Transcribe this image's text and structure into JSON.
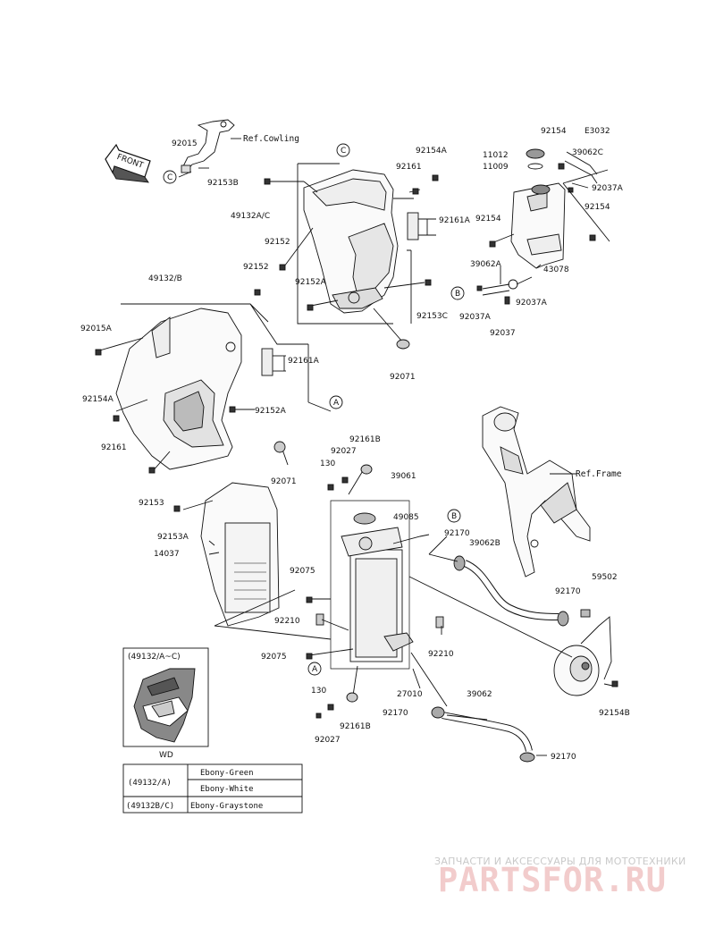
{
  "diagram_code": "E3032",
  "front_label": "FRONT",
  "ref_labels": {
    "cowling": "Ref.Cowling",
    "frame": "Ref.Frame"
  },
  "callouts": {
    "A": "A",
    "B": "B",
    "C": "C"
  },
  "parts": {
    "p92015": "92015",
    "p92153b": "92153B",
    "p49132ac": "49132A/C",
    "p92152_a": "92152",
    "p92152_b": "92152",
    "p92152a_top": "92152A",
    "p92161_top": "92161",
    "p92154a_top": "92154A",
    "p92161a_top": "92161A",
    "p92153c": "92153C",
    "p92071_top": "92071",
    "p49132b": "49132/B",
    "p92015a": "92015A",
    "p92161a_mid": "92161A",
    "p92154a_left": "92154A",
    "p92152a_mid": "92152A",
    "p92161_left": "92161",
    "p92153": "92153",
    "p92071_mid": "92071",
    "p92154_top": "92154",
    "p11012": "11012",
    "p11009": "11009",
    "p39062c": "39062C",
    "p92037a_1": "92037A",
    "p92154_r1": "92154",
    "p92154_r2": "92154",
    "p39062a": "39062A",
    "p43078": "43078",
    "p92037a_2": "92037A",
    "p92037a_3": "92037A",
    "p92037": "92037",
    "p92161b_top": "92161B",
    "p92027_top": "92027",
    "p130_top": "130",
    "p39061": "39061",
    "p49085": "49085",
    "p92153a": "92153A",
    "p14037": "14037",
    "p92075_1": "92075",
    "p92210_1": "92210",
    "p92075_2": "92075",
    "p92210_2": "92210",
    "p92170_1": "92170",
    "p39062b": "39062B",
    "p59502": "59502",
    "p92170_2": "92170",
    "p27010": "27010",
    "p39062": "39062",
    "p92170_3": "92170",
    "p92170_4": "92170",
    "p130_bot": "130",
    "p92161b_bot": "92161B",
    "p92027_bot": "92027",
    "p92154b": "92154B"
  },
  "inset": {
    "header": "(49132/A~C)",
    "code": "WD"
  },
  "color_table": [
    {
      "part": "(49132/A)",
      "colors": [
        "Ebony-Green",
        "Ebony-White"
      ]
    },
    {
      "part": "(49132B/C)",
      "colors": [
        "Ebony-Graystone"
      ]
    }
  ],
  "watermark": {
    "line1": "ЗАПЧАСТИ И АКСЕССУАРЫ ДЛЯ МОТОТЕХНИКИ",
    "line2": "PARTSFOR.RU"
  }
}
